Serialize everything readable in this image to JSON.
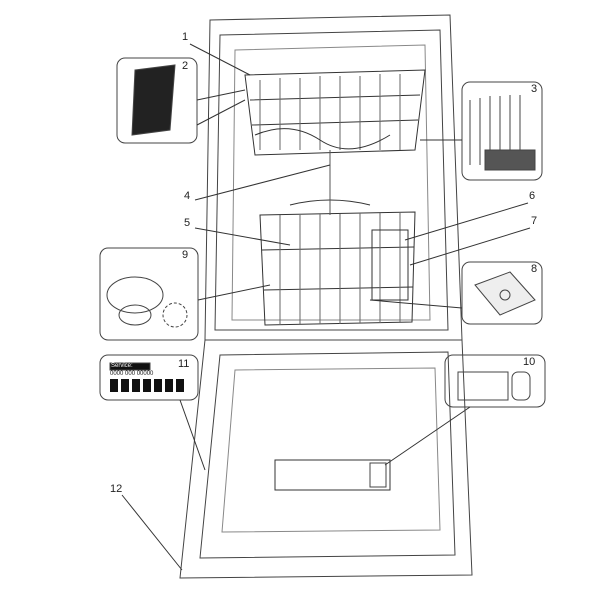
{
  "callouts": [
    "1",
    "2",
    "3",
    "4",
    "5",
    "6",
    "7",
    "8",
    "9",
    "10",
    "11",
    "12"
  ],
  "service_label": {
    "title": "Service:",
    "number": "0000 000 00000"
  }
}
